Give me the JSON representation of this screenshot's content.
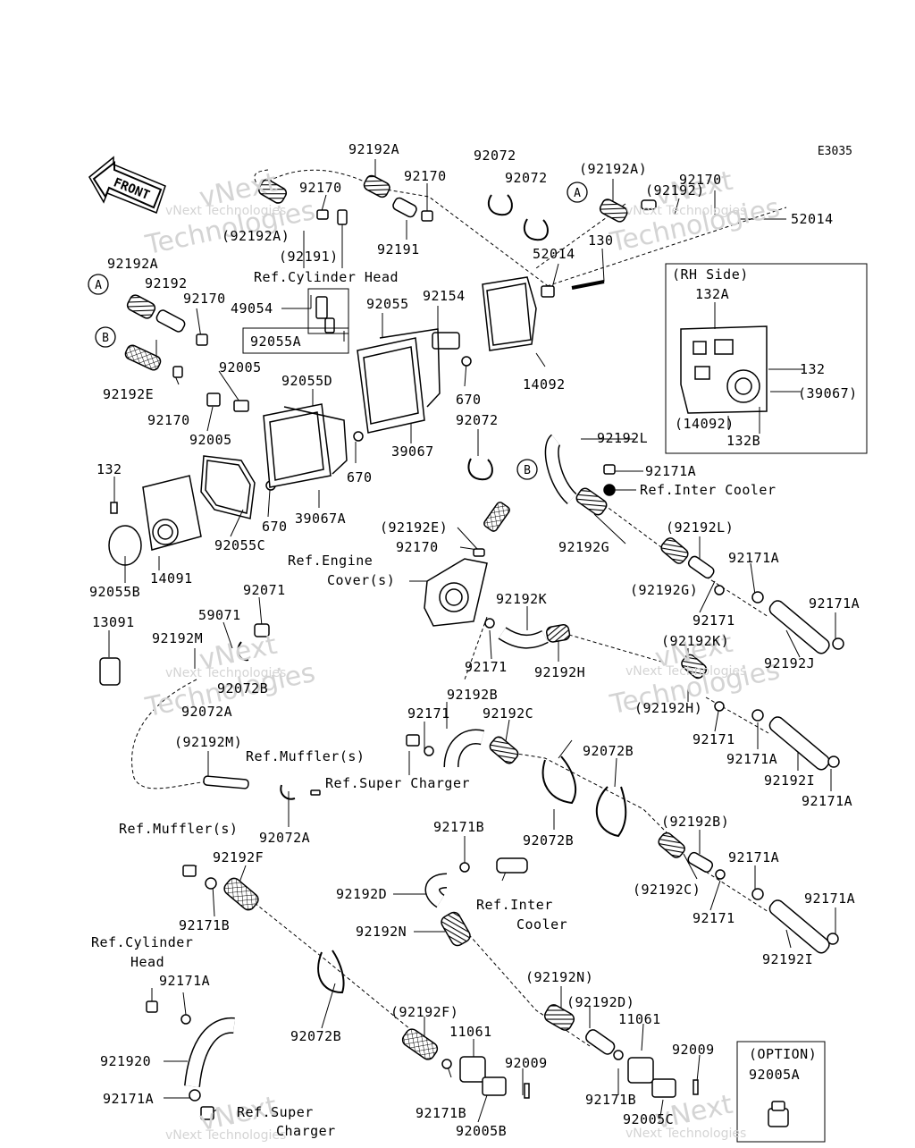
{
  "diagram_code": "E3035",
  "front_arrow_label": "FRONT",
  "rh_side_title": "(RH Side)",
  "option_title": "(OPTION)",
  "watermark": {
    "small": "vNext Technologies",
    "big_line1": "vNext",
    "big_line2": "Technologies"
  },
  "callouts": [
    "A",
    "A",
    "B",
    "B"
  ],
  "part_labels": [
    "92192A",
    "92170",
    "92191",
    "92072",
    "92072",
    "(92192A)",
    "92170",
    "(92192)",
    "52014",
    "92170",
    "(92192A)",
    "(92191)",
    "Ref.Cylinder Head",
    "52014",
    "130",
    "92192A",
    "92192",
    "92170",
    "49054",
    "92055",
    "92154",
    "92055A",
    "92192E",
    "92005",
    "92170",
    "92005",
    "92055D",
    "14092",
    "670",
    "39067",
    "670",
    "670",
    "39067A",
    "92072",
    "132",
    "92055C",
    "14091",
    "92055B",
    "(RH Side)",
    "132A",
    "132",
    "(39067)",
    "(14092)",
    "132B",
    "92192L",
    "92171A",
    "Ref.Inter Cooler",
    "(92192E)",
    "92170",
    "92192G",
    "Ref.Engine",
    "Cover(s)",
    "(92192L)",
    "92171A",
    "(92192G)",
    "92171",
    "92171A",
    "92192J",
    "92071",
    "59071",
    "13091",
    "92192M",
    "92072B",
    "92072A",
    "92192K",
    "92171",
    "92192H",
    "(92192K)",
    "(92192H)",
    "92192B",
    "92171",
    "92192C",
    "92171",
    "92171A",
    "92192I",
    "92171A",
    "(92192M)",
    "Ref.Muffler(s)",
    "Ref.Super Charger",
    "92072A",
    "92072B",
    "92072B",
    "92171B",
    "(92192B)",
    "92171A",
    "Ref.Muffler(s)",
    "92192F",
    "92192D",
    "Ref.Inter",
    "Cooler",
    "92171B",
    "(92192C)",
    "92171",
    "92171A",
    "92192I",
    "Ref.Cylinder",
    "Head",
    "92192N",
    "(92192N)",
    "92171A",
    "92072B",
    "(92192D)",
    "11061",
    "921920",
    "(92192F)",
    "11061",
    "92009",
    "92009",
    "92171A",
    "92171B",
    "92171B",
    "92005B",
    "92005C",
    "Ref.Super",
    "Charger",
    "92005A"
  ]
}
